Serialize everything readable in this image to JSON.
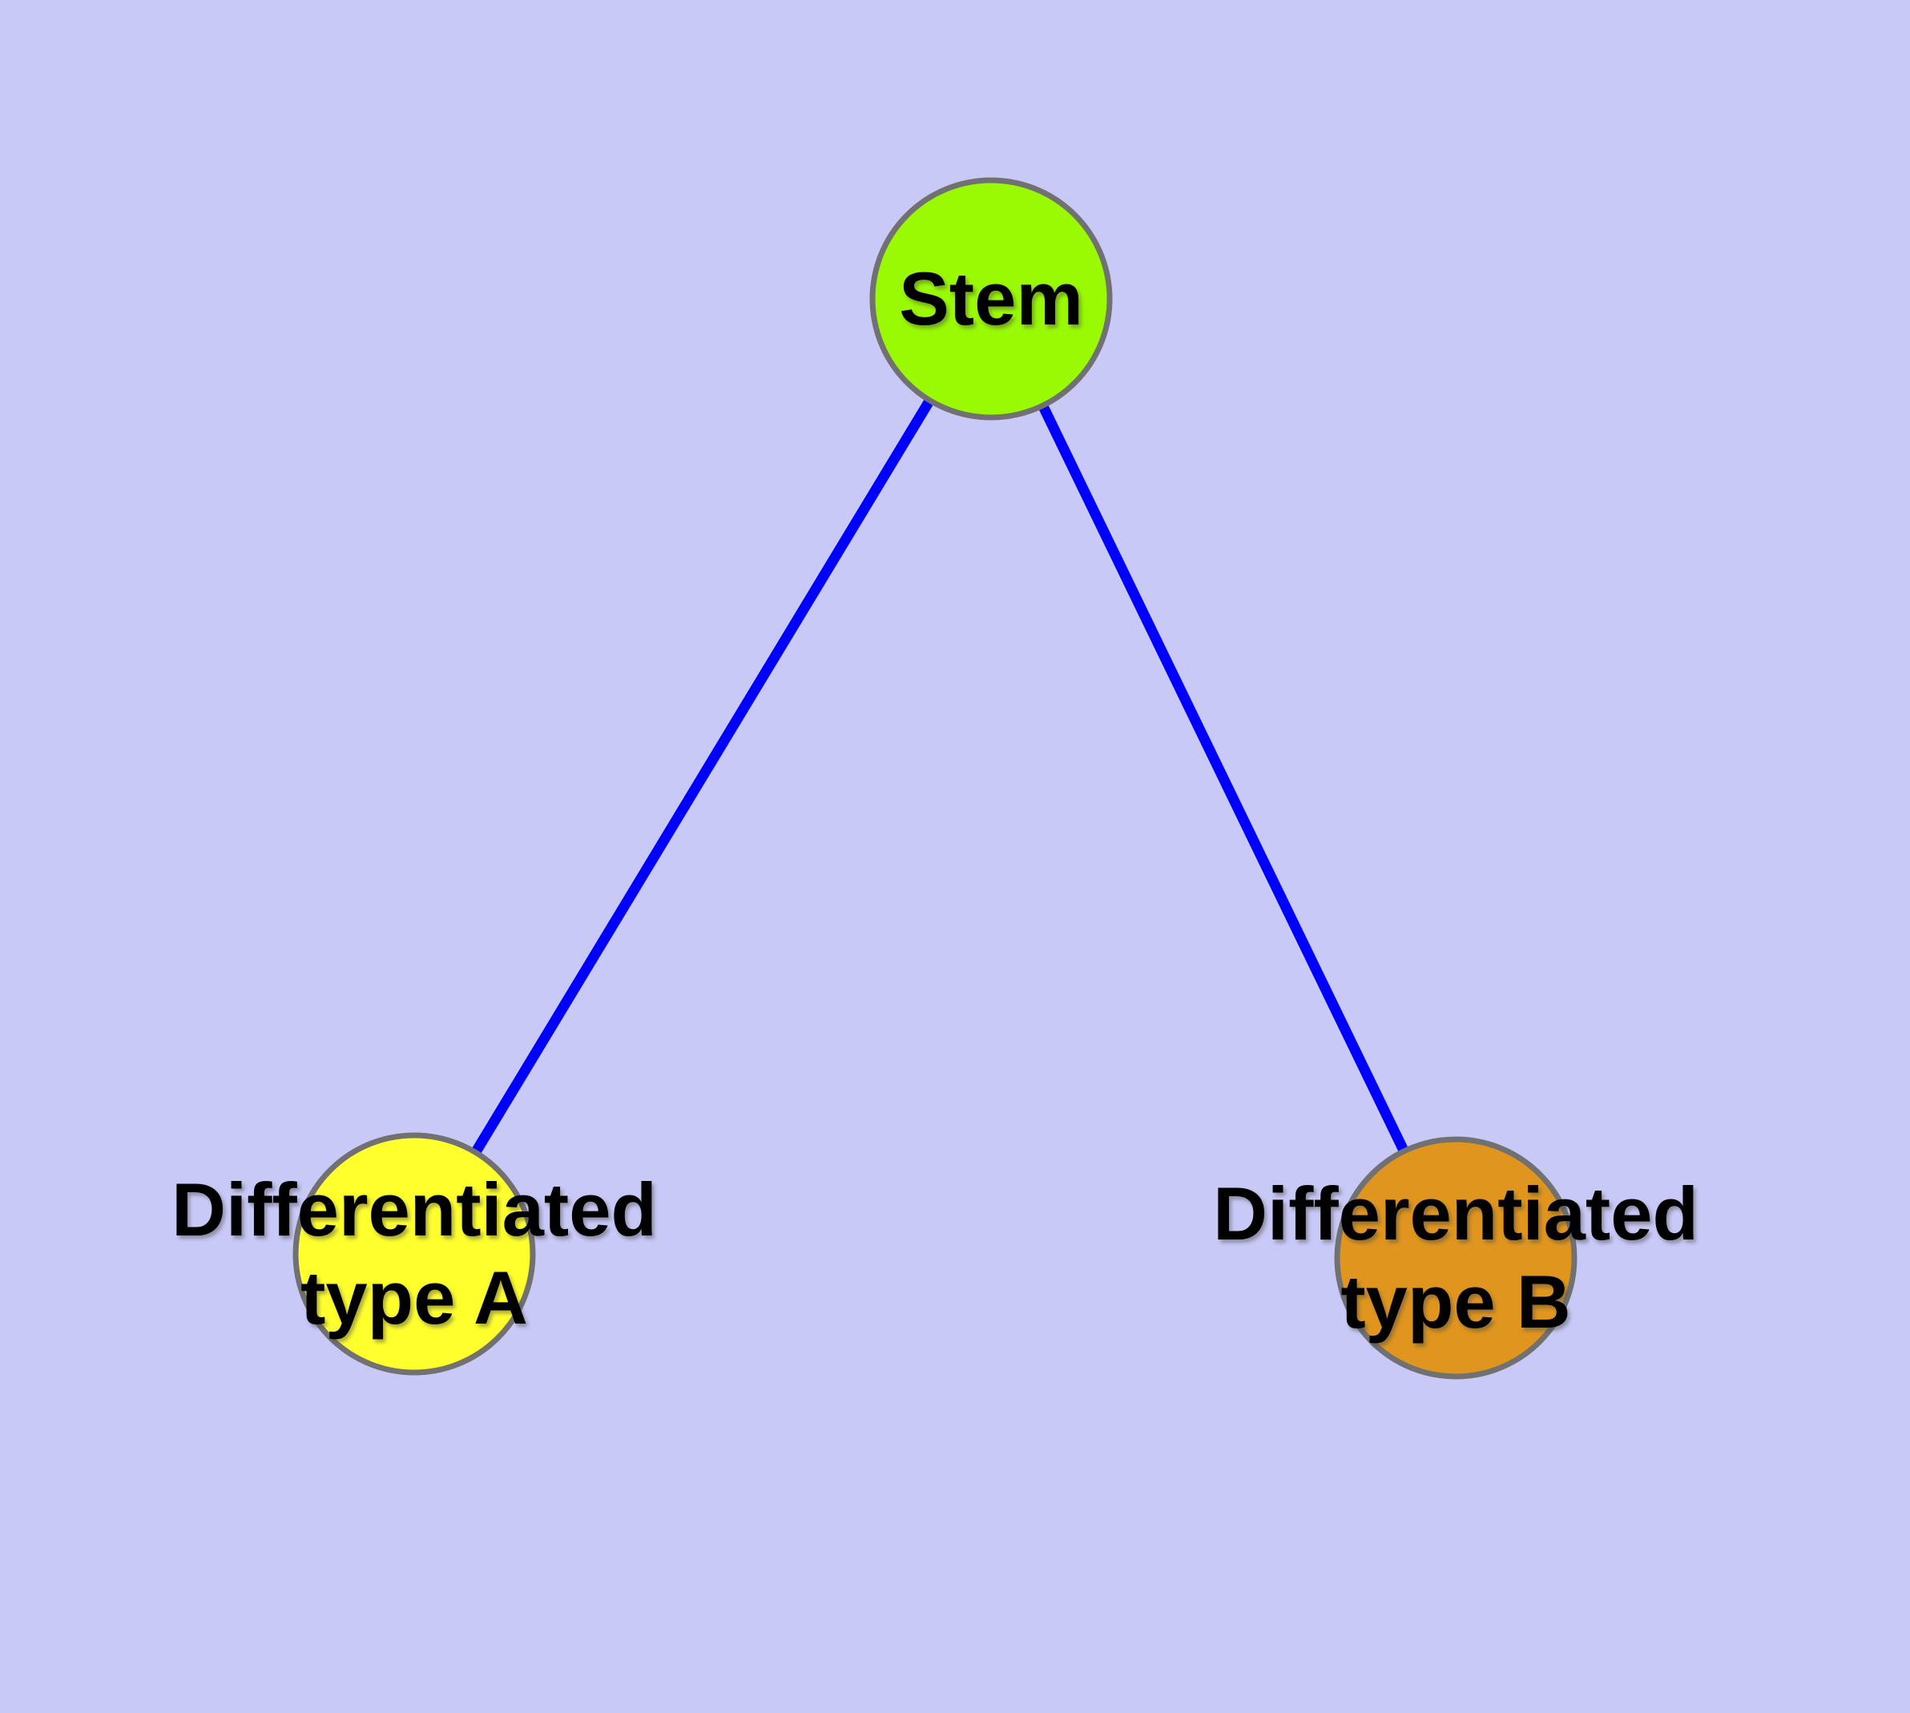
{
  "diagram": {
    "background_color": "#c9c9f8",
    "edge_color": "#0000ff",
    "node_border_color": "#717171",
    "label_color": "#000000",
    "nodes": {
      "stem": {
        "label": "Stem",
        "fill": "#99fa04"
      },
      "type_a": {
        "label_line1": "Differentiated",
        "label_line2": "type A",
        "fill": "#ffff2e"
      },
      "type_b": {
        "label_line1": "Differentiated",
        "label_line2": "type B",
        "fill": "#e0961e"
      }
    },
    "edges": [
      {
        "from": "Stem",
        "to": "Differentiated type A"
      },
      {
        "from": "Stem",
        "to": "Differentiated type B"
      }
    ]
  }
}
